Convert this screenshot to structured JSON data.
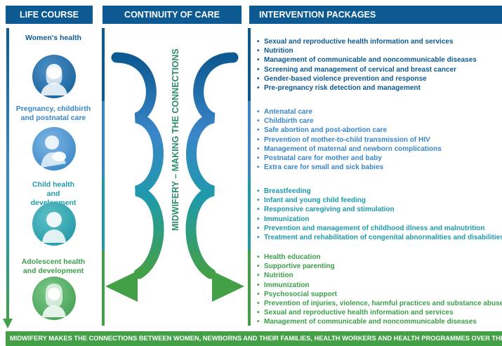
{
  "headers": {
    "life_course": "LIFE COURSE",
    "continuity_of_care": "CONTINUITY OF CARE",
    "intervention_packages": "INTERVENTION PACKAGES"
  },
  "vertical_label": "MIDWIFERY – MAKING THE CONNECTIONS",
  "stages": [
    {
      "label": "Women's health",
      "icon": "woman-icon",
      "color": "#0d5a92",
      "packages": [
        "Sexual and reproductive health information and services",
        "Nutrition",
        "Management of communicable and noncommunicable diseases",
        "Screening and management of cervical and breast cancer",
        "Gender-based violence prevention and response",
        "Pre-pregnancy risk detection and management"
      ]
    },
    {
      "label": "Pregnancy, childbirth and postnatal care",
      "icon": "mother-baby-icon",
      "color": "#3a86c8",
      "packages": [
        "Antenatal care",
        "Childbirth care",
        "Safe abortion and post-abortion care",
        "Prevention of mother-to-child transmission of HIV",
        "Management of maternal and newborn complications",
        "Postnatal care for mother and baby",
        "Extra care for small and sick babies"
      ]
    },
    {
      "label": "Child health and development",
      "icon": "child-icon",
      "color": "#1f9aaa",
      "packages": [
        "Breastfeeding",
        "Infant and young child feeding",
        "Responsive caregiving and stimulation",
        "Immunization",
        "Prevention and management of childhood illness and malnutrition",
        "Treatment and rehabilitation of congenital abnormalities and disabilities"
      ]
    },
    {
      "label": "Adolescent health and development",
      "icon": "adolescent-icon",
      "color": "#3c9f4c",
      "packages": [
        "Health education",
        "Supportive parenting",
        "Nutrition",
        "Immunization",
        "Psychosocial support",
        "Prevention of injuries, violence, harmful practices and substance abuse",
        "Sexual and reproductive health information and services",
        "Management of communicable and noncommunicable diseases"
      ]
    }
  ],
  "footer": "MIDWIFERY MAKES THE CONNECTIONS BETWEEN WOMEN, NEWBORNS AND THEIR FAMILIES, HEALTH WORKERS AND HEALTH PROGRAMMES OVER THE LIFE COURSE"
}
